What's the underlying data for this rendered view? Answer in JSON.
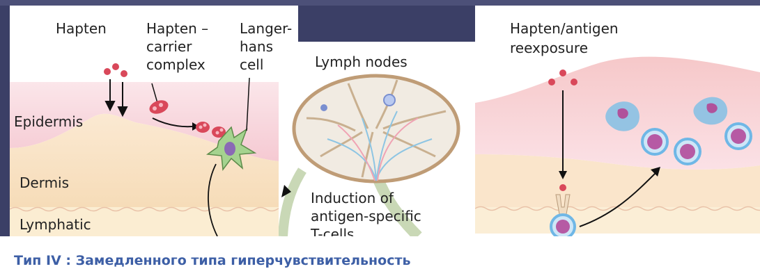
{
  "labels": {
    "hapten": "Hapten",
    "hapten_carrier": [
      "Hapten –",
      "carrier",
      "complex"
    ],
    "langerhans": [
      "Langer-",
      "hans",
      "cell"
    ],
    "lymph_nodes": "Lymph nodes",
    "epidermis": "Epidermis",
    "dermis": "Dermis",
    "lymphatic": "Lymphatic",
    "induction": [
      "Induction of",
      "antigen-specific",
      "T-cells"
    ],
    "reexposure": [
      "Hapten/antigen",
      "reexposure"
    ]
  },
  "caption": "Тип IV : Замедленного типа гиперчувствительность",
  "colors": {
    "epidermis": "#f7d6dc",
    "dermis": "#f9e3c6",
    "lymphatic": "#fbedd2",
    "hapten": "#d9485a",
    "langerhans": "#a5d38f",
    "lymph_node_capsule": "#c7a27a",
    "caption": "#3d5fa6"
  }
}
